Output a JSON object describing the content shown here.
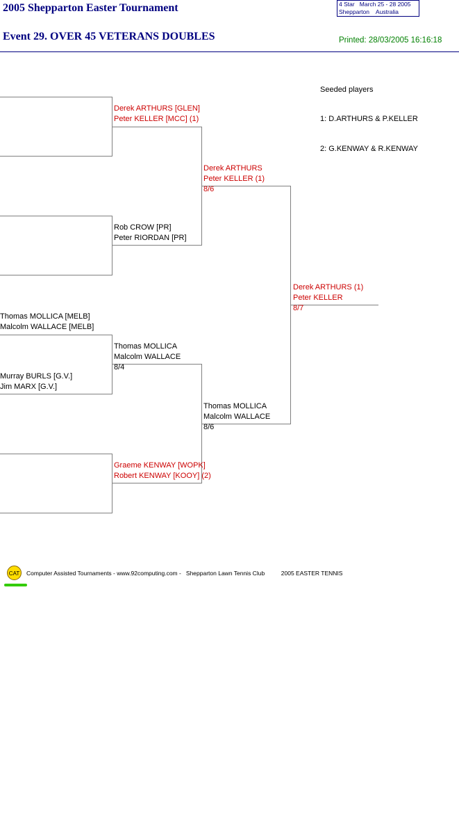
{
  "header": {
    "tournament_title": "2005 Shepparton Easter Tournament",
    "event_title": "Event 29. OVER 45 VETERANS DOUBLES",
    "printed": "Printed: 28/03/2005 16:16:18",
    "info_line1": "4 Star   March 25 - 28 2005",
    "info_line2": "Shepparton    Australia"
  },
  "seeds": {
    "heading": "Seeded players",
    "seed1": "1: D.ARTHURS & P.KELLER",
    "seed2": "2: G.KENWAY & R.KENWAY"
  },
  "round1": [
    {
      "p1": "",
      "p2": ""
    },
    {
      "p1": "",
      "p2": ""
    },
    {
      "p1": "Thomas MOLLICA [MELB]",
      "p2": "Malcolm WALLACE [MELB]"
    },
    {
      "p1": "Murray BURLS [G.V.]",
      "p2": "Jim MARX [G.V.]"
    },
    {
      "p1": "",
      "p2": ""
    }
  ],
  "round2": [
    {
      "p1": "Derek ARTHURS [GLEN]",
      "p2": "Peter KELLER [MCC] (1)",
      "score": ""
    },
    {
      "p1": "Rob CROW [PR]",
      "p2": "Peter RIORDAN [PR]",
      "score": ""
    },
    {
      "p1": "Thomas MOLLICA",
      "p2": "Malcolm WALLACE",
      "score": "8/4"
    },
    {
      "p1": "Graeme KENWAY [WOPK]",
      "p2": "Robert KENWAY [KOOY] (2)",
      "score": ""
    }
  ],
  "round3": [
    {
      "p1": "Derek ARTHURS",
      "p2": "Peter KELLER (1)",
      "score": "8/6"
    },
    {
      "p1": "Thomas MOLLICA",
      "p2": "Malcolm WALLACE",
      "score": "8/6"
    }
  ],
  "final": {
    "p1": "Derek ARTHURS (1)",
    "p2": "Peter KELLER",
    "score": "8/7"
  },
  "footer": {
    "badge": "CAT",
    "text": "Computer Assisted Tournaments - www.92computing.com -   Shepparton Lawn Tennis Club          2005 EASTER TENNIS"
  }
}
